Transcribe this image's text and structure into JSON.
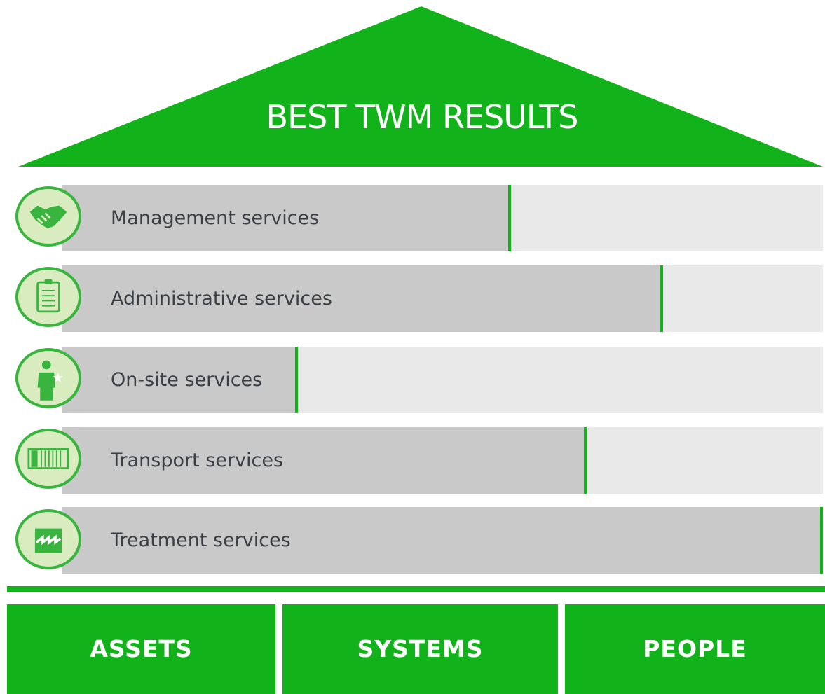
{
  "roof": {
    "title": "BEST TWM RESULTS"
  },
  "services": [
    {
      "label": "Management services",
      "icon": "handshake-icon",
      "fill_fraction": 0.59
    },
    {
      "label": "Administrative services",
      "icon": "clipboard-icon",
      "fill_fraction": 0.79
    },
    {
      "label": "On-site services",
      "icon": "person-star-icon",
      "fill_fraction": 0.31
    },
    {
      "label": "Transport services",
      "icon": "container-icon",
      "fill_fraction": 0.69
    },
    {
      "label": "Treatment services",
      "icon": "factory-icon",
      "fill_fraction": 1.0
    }
  ],
  "pillars": [
    {
      "label": "ASSETS"
    },
    {
      "label": "SYSTEMS"
    },
    {
      "label": "PEOPLE"
    }
  ],
  "colors": {
    "green": "#12b31a",
    "track": "#e9e9e9",
    "fill": "#c9c9c9",
    "badge_bg": "#d9ecbf",
    "label_text": "#3a3f44"
  }
}
